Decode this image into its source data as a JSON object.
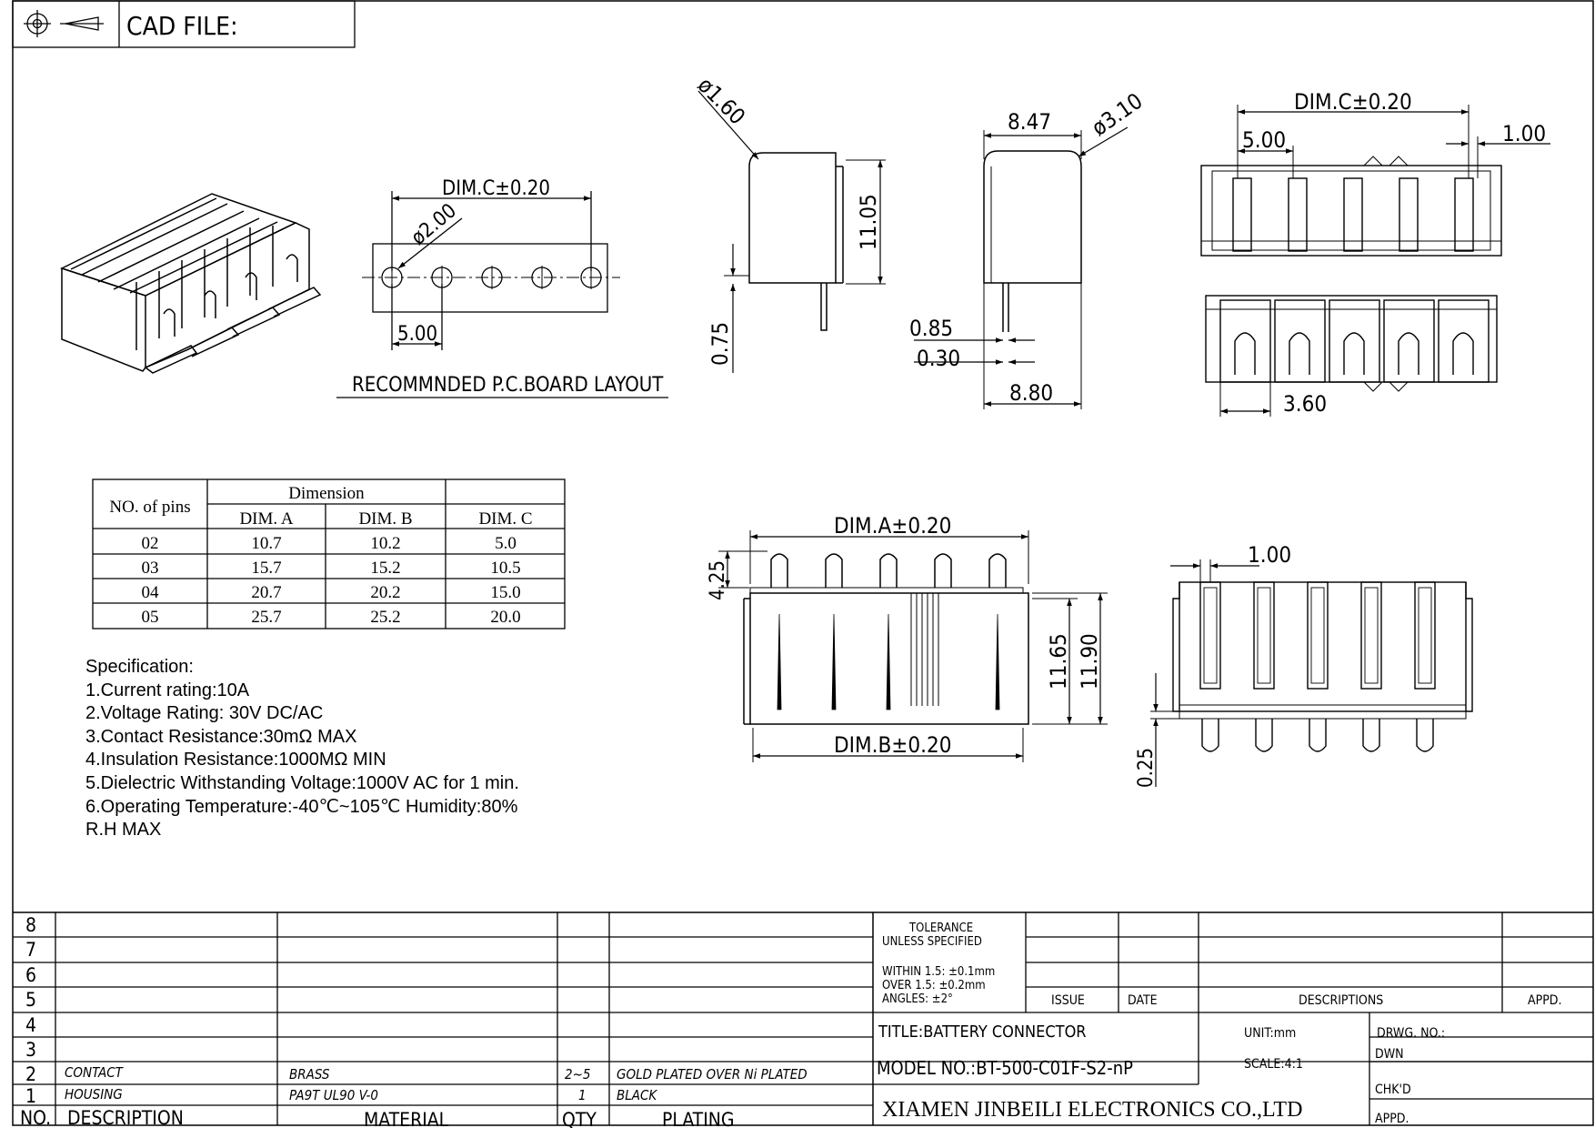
{
  "header": {
    "cad_file": "CAD FILE:"
  },
  "layout": {
    "title": "RECOMMNDED P.C.BOARD LAYOUT",
    "dim_c": "DIM.C±0.20",
    "hole_dia": "ø2.00",
    "pitch": "5.00"
  },
  "side_view": {
    "pin_dia": "ø1.60",
    "height": "11.05",
    "pin_len": "0.75"
  },
  "end_view": {
    "width_top": "8.47",
    "hole_dia": "ø3.10",
    "pin_w1": "0.85",
    "pin_w2": "0.30",
    "width_bottom": "8.80"
  },
  "top_view": {
    "dim_c": "DIM.C±0.20",
    "pitch": "5.00",
    "pin_w": "1.00",
    "slot": "3.60"
  },
  "front_view": {
    "dim_a": "DIM.A±0.20",
    "dim_b": "DIM.B±0.20",
    "pin_h": "4.25",
    "h1": "11.65",
    "h2": "11.90"
  },
  "rear_view": {
    "pin_w": "1.00",
    "pin_len": "0.25"
  },
  "dimension_table": {
    "col_pins": "NO. of pins",
    "group": "Dimension",
    "cols": [
      "DIM. A",
      "DIM. B",
      "DIM. C"
    ],
    "rows": [
      [
        "02",
        "10.7",
        "10.2",
        "5.0"
      ],
      [
        "03",
        "15.7",
        "15.2",
        "10.5"
      ],
      [
        "04",
        "20.7",
        "20.2",
        "15.0"
      ],
      [
        "05",
        "25.7",
        "25.2",
        "20.0"
      ]
    ]
  },
  "specification": {
    "heading": "Specification:",
    "lines": [
      "1.Current rating:10A",
      "2.Voltage Rating: 30V DC/AC",
      "3.Contact Resistance:30mΩ MAX",
      "4.Insulation Resistance:1000MΩ MIN",
      "5.Dielectric Withstanding Voltage:1000V AC for 1 min.",
      "6.Operating Temperature:-40℃~105℃  Humidity:80%",
      "R.H MAX"
    ]
  },
  "bom": {
    "row_numbers": [
      "8",
      "7",
      "6",
      "5",
      "4",
      "3",
      "2",
      "1"
    ],
    "row2": {
      "description": "CONTACT",
      "material": "BRASS",
      "qty": "2~5",
      "plating": "GOLD PLATED OVER Ni PLATED"
    },
    "row1": {
      "description": "HOUSING",
      "material": "PA9T UL90 V-0",
      "qty": "1",
      "plating": "BLACK"
    },
    "headers": {
      "no": "NO.",
      "description": "DESCRIPTION",
      "material": "MATERIAL",
      "qty": "QTY",
      "plating": "PLATING"
    }
  },
  "title_block": {
    "tolerance1": "TOLERANCE",
    "tolerance2": "UNLESS  SPECIFIED",
    "within": "WITHIN  1.5: ±0.1mm",
    "over": "OVER  1.5:  ±0.2mm",
    "angles": "ANGLES: ±2°",
    "issue": "ISSUE",
    "date": "DATE",
    "descriptions": "DESCRIPTIONS",
    "appd": "APPD.",
    "title": "TITLE:BATTERY  CONNECTOR",
    "unit": "UNIT:mm",
    "drwg_no": "DRWG. NO.:",
    "model": "MODEL  NO.:BT-500-C01F-S2-nP",
    "scale": "SCALE:4:1",
    "dwn": "DWN",
    "chkd": "CHK'D",
    "appd2": "APPD.",
    "company": "XIAMEN JINBEILI ELECTRONICS CO.,LTD"
  }
}
